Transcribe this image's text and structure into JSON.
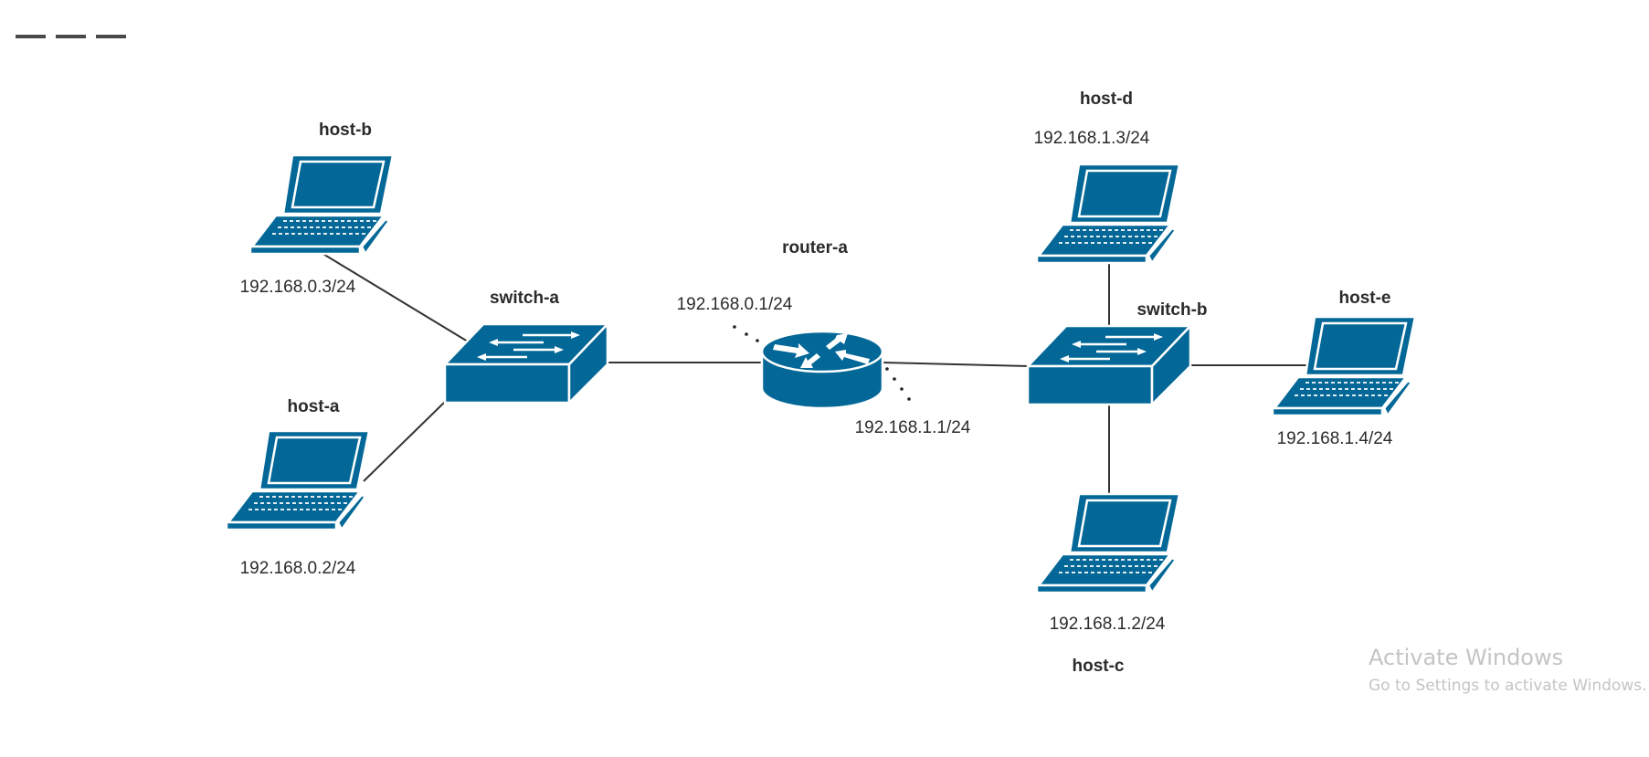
{
  "toolbar": {
    "menu_icon": "three-dashes-icon"
  },
  "diagram": {
    "title": "Network topology",
    "colors": {
      "device": "#036897",
      "link": "#333333",
      "text": "#2b2b2b"
    },
    "devices": [
      {
        "id": "host-b",
        "type": "laptop",
        "name": "host-b",
        "ip": "192.168.0.3/24"
      },
      {
        "id": "host-a",
        "type": "laptop",
        "name": "host-a",
        "ip": "192.168.0.2/24"
      },
      {
        "id": "switch-a",
        "type": "switch",
        "name": "switch-a"
      },
      {
        "id": "router-a",
        "type": "router",
        "name": "router-a",
        "interfaces": [
          "192.168.0.1/24",
          "192.168.1.1/24"
        ]
      },
      {
        "id": "switch-b",
        "type": "switch",
        "name": "switch-b"
      },
      {
        "id": "host-d",
        "type": "laptop",
        "name": "host-d",
        "ip": "192.168.1.3/24"
      },
      {
        "id": "host-e",
        "type": "laptop",
        "name": "host-e",
        "ip": "192.168.1.4/24"
      },
      {
        "id": "host-c",
        "type": "laptop",
        "name": "host-c",
        "ip": "192.168.1.2/24"
      }
    ],
    "links": [
      {
        "from": "host-b",
        "to": "switch-a"
      },
      {
        "from": "host-a",
        "to": "switch-a"
      },
      {
        "from": "switch-a",
        "to": "router-a"
      },
      {
        "from": "router-a",
        "to": "switch-b"
      },
      {
        "from": "host-d",
        "to": "switch-b"
      },
      {
        "from": "host-e",
        "to": "switch-b"
      },
      {
        "from": "host-c",
        "to": "switch-b"
      }
    ]
  },
  "watermark": {
    "title": "Activate Windows",
    "subtitle": "Go to Settings to activate Windows."
  }
}
